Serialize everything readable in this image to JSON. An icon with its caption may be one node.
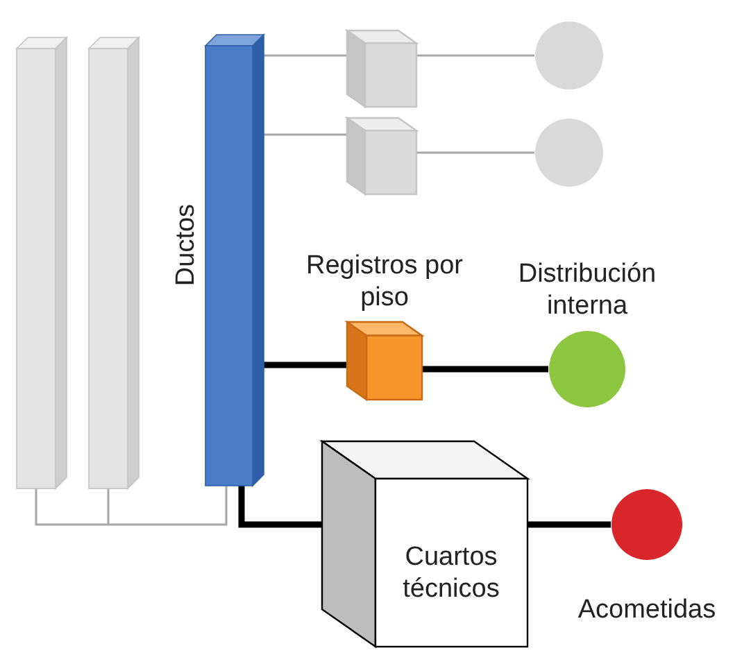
{
  "diagram": {
    "nodes": [
      {
        "text": [],
        "shape": "bar"
      },
      {
        "text": [],
        "shape": "bar"
      },
      {
        "text": [
          "Ductos"
        ]
      },
      {
        "text": [],
        "shape": "box"
      },
      {
        "text": [],
        "shape": "circle"
      },
      {
        "text": [],
        "shape": "box"
      },
      {
        "text": [],
        "shape": "circle"
      },
      {
        "text": [
          "Registros por piso"
        ]
      },
      {
        "text": [
          "Distribución interna"
        ]
      },
      {
        "text": [
          "Cuartos técnicos"
        ]
      },
      {
        "text": [
          "Acometidas"
        ]
      }
    ],
    "edges": [
      {
        "from": 2,
        "to": 3,
        "arrow": "none"
      },
      {
        "from": 3,
        "to": 4,
        "arrow": "none"
      },
      {
        "from": 2,
        "to": 5,
        "arrow": "none"
      },
      {
        "from": 5,
        "to": 6,
        "arrow": "none"
      },
      {
        "from": 2,
        "to": 7,
        "arrow": "none",
        "style": "thick",
        "color": "#000000"
      },
      {
        "from": 7,
        "to": 8,
        "arrow": "none",
        "style": "thick",
        "color": "#000000"
      },
      {
        "from": 2,
        "to": 9,
        "arrow": "none",
        "style": "thick",
        "color": "#000000"
      },
      {
        "from": 9,
        "to": 10,
        "arrow": "none",
        "style": "thick",
        "color": "#000000"
      },
      {
        "from": 0,
        "to": 1,
        "arrow": "none"
      },
      {
        "from": 1,
        "to": 2,
        "arrow": "none"
      }
    ]
  }
}
